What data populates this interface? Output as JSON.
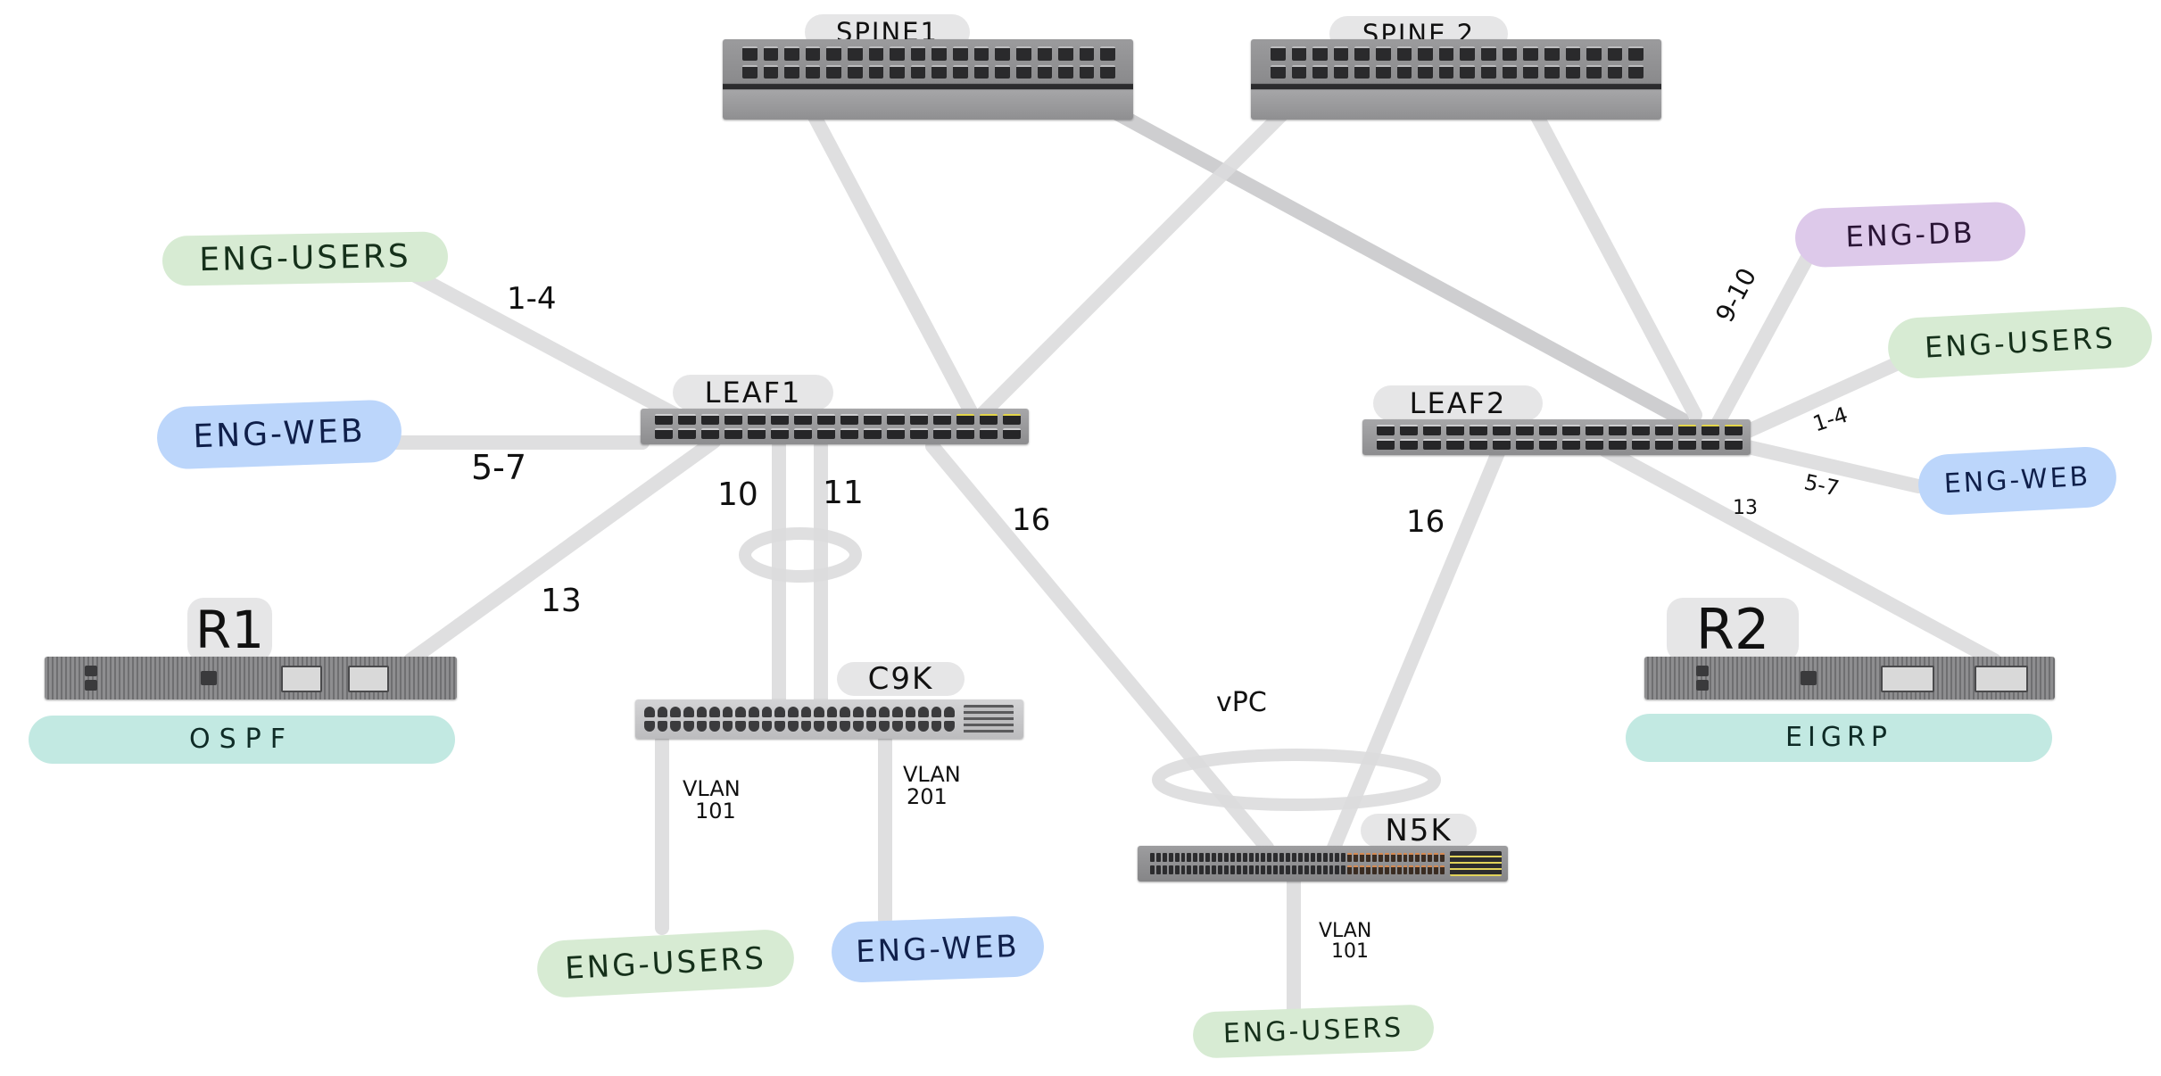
{
  "diagram": {
    "title": "Spine-Leaf Data Center Topology",
    "devices": {
      "spine1": {
        "label": "SPINE1",
        "type": "spine-switch"
      },
      "spine2": {
        "label": "SPINE 2",
        "type": "spine-switch"
      },
      "leaf1": {
        "label": "LEAF1",
        "type": "leaf-switch"
      },
      "leaf2": {
        "label": "LEAF2",
        "type": "leaf-switch"
      },
      "r1": {
        "label": "R1",
        "type": "router",
        "protocol": "OSPF"
      },
      "r2": {
        "label": "R2",
        "type": "router",
        "protocol": "EIGRP"
      },
      "c9k": {
        "label": "C9K",
        "type": "access-switch"
      },
      "n5k": {
        "label": "N5K",
        "type": "access-switch"
      }
    },
    "segments": {
      "leaf1_users": {
        "label": "ENG-USERS",
        "kind": "users"
      },
      "leaf1_web": {
        "label": "ENG-WEB",
        "kind": "web"
      },
      "leaf2_db": {
        "label": "ENG-DB",
        "kind": "db"
      },
      "leaf2_users": {
        "label": "ENG-USERS",
        "kind": "users"
      },
      "leaf2_web": {
        "label": "ENG-WEB",
        "kind": "web"
      },
      "c9k_users": {
        "label": "ENG-USERS",
        "kind": "users"
      },
      "c9k_web": {
        "label": "ENG-WEB",
        "kind": "web"
      },
      "n5k_users": {
        "label": "ENG-USERS",
        "kind": "users"
      }
    },
    "port_labels": {
      "leaf1_users": "1-4",
      "leaf1_web": "5-7",
      "leaf1_r1": "13",
      "leaf1_c9k_a": "10",
      "leaf1_c9k_b": "11",
      "leaf1_n5k": "16",
      "leaf2_n5k": "16",
      "leaf2_db": "9-10",
      "leaf2_users": "1-4",
      "leaf2_web": "5-7",
      "leaf2_r2": "13"
    },
    "vlan_labels": {
      "c9k_users": {
        "line1": "VLAN",
        "line2": "101"
      },
      "c9k_web": {
        "line1": "VLAN",
        "line2": "201"
      },
      "n5k_users": {
        "line1": "VLAN",
        "line2": "101"
      }
    },
    "bundle_labels": {
      "n5k_vpc": "vPC"
    },
    "links": [
      {
        "from": "spine1",
        "to": "leaf1"
      },
      {
        "from": "spine1",
        "to": "leaf2"
      },
      {
        "from": "spine2",
        "to": "leaf1"
      },
      {
        "from": "spine2",
        "to": "leaf2"
      },
      {
        "from": "leaf1",
        "to": "leaf1_users",
        "ports": "1-4"
      },
      {
        "from": "leaf1",
        "to": "leaf1_web",
        "ports": "5-7"
      },
      {
        "from": "leaf1",
        "to": "r1",
        "ports": "13"
      },
      {
        "from": "leaf1",
        "to": "c9k",
        "ports": "10"
      },
      {
        "from": "leaf1",
        "to": "c9k",
        "ports": "11"
      },
      {
        "from": "leaf1",
        "to": "n5k",
        "ports": "16"
      },
      {
        "from": "leaf2",
        "to": "n5k",
        "ports": "16"
      },
      {
        "from": "leaf2",
        "to": "leaf2_db",
        "ports": "9-10"
      },
      {
        "from": "leaf2",
        "to": "leaf2_users",
        "ports": "1-4"
      },
      {
        "from": "leaf2",
        "to": "leaf2_web",
        "ports": "5-7"
      },
      {
        "from": "leaf2",
        "to": "r2",
        "ports": "13"
      },
      {
        "from": "c9k",
        "to": "c9k_users",
        "vlan": "101"
      },
      {
        "from": "c9k",
        "to": "c9k_web",
        "vlan": "201"
      },
      {
        "from": "n5k",
        "to": "n5k_users",
        "vlan": "101"
      }
    ],
    "colors": {
      "users": "#d7ebd3",
      "web": "#bcd6fb",
      "db": "#ddc9ea",
      "protocol": "#c2e9e2",
      "link": "#dcdcdd",
      "label_tab": "#e6e6e7"
    }
  }
}
